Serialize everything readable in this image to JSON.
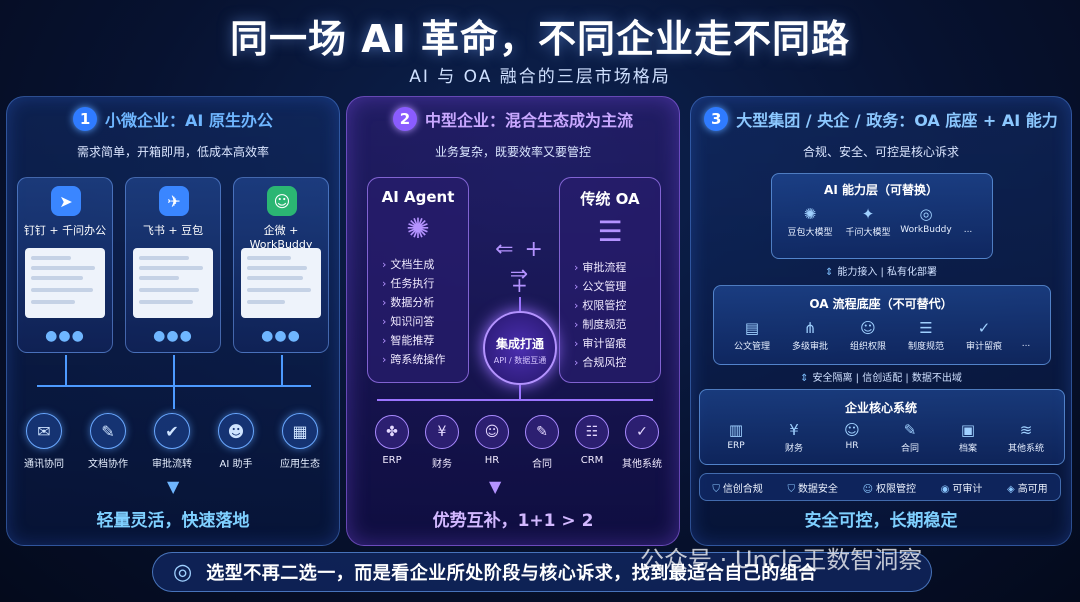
{
  "title": "同一场 AI 革命，不同企业走不同路",
  "subtitle": "AI 与 OA 融合的三层市场格局",
  "panel1": {
    "num": "1",
    "heading": "小微企业：AI 原生办公",
    "desc": "需求简单，开箱即用，低成本高效率",
    "apps": [
      {
        "label": "钉钉 + 千问办公",
        "icon": "dingtalk-icon",
        "color": "#3a86ff"
      },
      {
        "label": "飞书 + 豆包",
        "icon": "feishu-icon",
        "color": "#3a86ff"
      },
      {
        "label": "企微 + WorkBuddy",
        "icon": "wecom-icon",
        "color": "#2bb673"
      }
    ],
    "functions": [
      "通讯协同",
      "文档协作",
      "审批流转",
      "AI 助手",
      "应用生态"
    ],
    "footer": "轻量灵活，快速落地"
  },
  "panel2": {
    "num": "2",
    "heading": "中型企业：混合生态成为主流",
    "desc": "业务复杂，既要效率又要管控",
    "left_box": {
      "title": "AI Agent",
      "items": [
        "文档生成",
        "任务执行",
        "数据分析",
        "知识问答",
        "智能推荐",
        "跨系统操作"
      ]
    },
    "right_box": {
      "title": "传统 OA",
      "items": [
        "审批流程",
        "公文管理",
        "权限管控",
        "制度规范",
        "审计留痕",
        "合规风控"
      ]
    },
    "hub_title": "集成打通",
    "hub_sub": "API / 数据互通",
    "systems": [
      "ERP",
      "财务",
      "HR",
      "合同",
      "CRM",
      "其他系统"
    ],
    "footer": "优势互补，1+1 > 2"
  },
  "panel3": {
    "num": "3",
    "heading": "大型集团 / 央企 / 政务：OA 底座 + AI 能力",
    "desc": "合规、安全、可控是核心诉求",
    "ai_layer": {
      "title": "AI 能力层（可替换）",
      "items": [
        "豆包大模型",
        "千问大模型",
        "WorkBuddy",
        "..."
      ]
    },
    "connector1": "能力接入 | 私有化部署",
    "oa_layer": {
      "title": "OA 流程底座（不可替代）",
      "items": [
        "公文管理",
        "多级审批",
        "组织权限",
        "制度规范",
        "审计留痕",
        "..."
      ]
    },
    "connector2": "安全隔离 | 信创适配 | 数据不出域",
    "core_layer": {
      "title": "企业核心系统",
      "items": [
        "ERP",
        "财务",
        "HR",
        "合同",
        "档案",
        "其他系统"
      ]
    },
    "tags": [
      "信创合规",
      "数据安全",
      "权限管控",
      "可审计",
      "高可用"
    ],
    "footer": "安全可控，长期稳定"
  },
  "bottom_text": "选型不再二选一，而是看企业所处阶段与核心诉求，找到最适合自己的组合",
  "watermark": "公众号 · Uncle王数智洞察"
}
